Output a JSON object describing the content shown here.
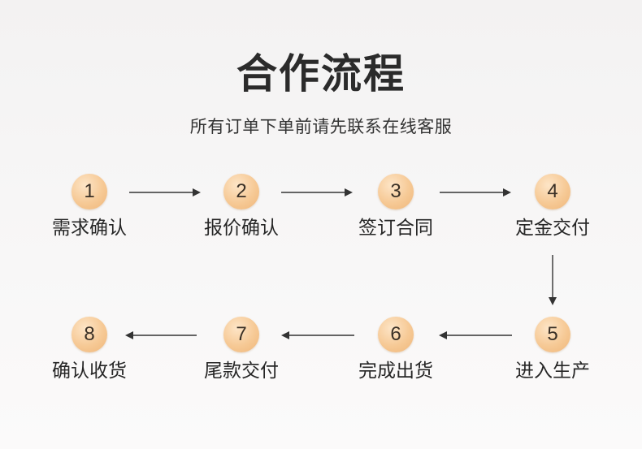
{
  "title": "合作流程",
  "subtitle": "所有订单下单前请先联系在线客服",
  "steps": [
    {
      "number": "1",
      "label": "需求确认"
    },
    {
      "number": "2",
      "label": "报价确认"
    },
    {
      "number": "3",
      "label": "签订合同"
    },
    {
      "number": "4",
      "label": "定金交付"
    },
    {
      "number": "5",
      "label": "进入生产"
    },
    {
      "number": "6",
      "label": "完成出货"
    },
    {
      "number": "7",
      "label": "尾款交付"
    },
    {
      "number": "8",
      "label": "确认收货"
    }
  ],
  "colors": {
    "circle": "#f4c28a",
    "arrow": "#333333",
    "title": "#2b2b2b"
  }
}
